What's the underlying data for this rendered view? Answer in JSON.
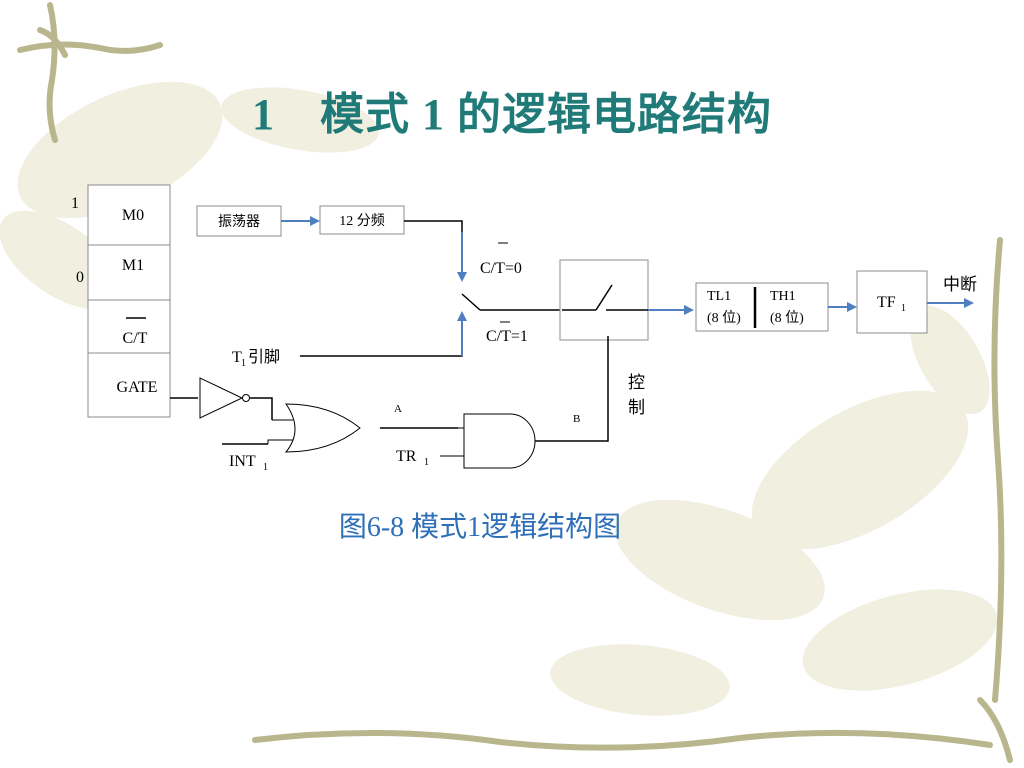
{
  "slide": {
    "title": "1　模式 1 的逻辑电路结构",
    "caption": "图6-8  模式1逻辑结构图"
  },
  "register": {
    "rows": [
      "M0",
      "M1",
      "C/T",
      "GATE"
    ],
    "side_labels": [
      "1",
      "0"
    ]
  },
  "diagram": {
    "oscillator": "振荡器",
    "divider": "12 分频",
    "ct0_label": "C/T=0",
    "ct1_label": "C/T=1",
    "t1_pin_main": "T",
    "t1_pin_sub": "1",
    "t1_pin_suffix": "引脚",
    "control_label_1": "控",
    "control_label_2": "制",
    "tl1_name": "TL1",
    "tl1_bits": "(8 位)",
    "th1_name": "TH1",
    "th1_bits": "(8 位)",
    "tf_main": "TF",
    "tf_sub": "1",
    "interrupt": "中断",
    "int_main": "INT",
    "int_sub": "1",
    "tr_main": "TR",
    "tr_sub": "1",
    "wire_a": "A",
    "wire_b": "B"
  },
  "colors": {
    "title": "#1f7a78",
    "caption": "#2e6fb8",
    "arrow": "#4f7fc0",
    "line": "#000000",
    "box_border": "#8c8c8c",
    "decor_vine": "#b8b48a",
    "decor_leaf": "#e9e6cf"
  }
}
